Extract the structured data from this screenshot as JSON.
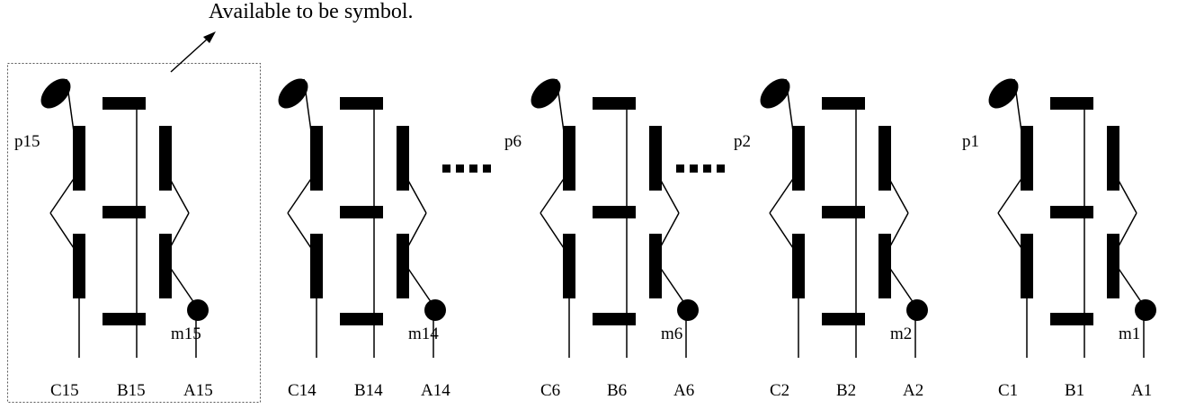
{
  "annotation": "Available to be symbol.",
  "ellipsis": "....",
  "units": [
    {
      "p": "p15",
      "m": "m15",
      "c": "C15",
      "b": "B15",
      "a": "A15",
      "boxed": true
    },
    {
      "p": "",
      "m": "m14",
      "c": "C14",
      "b": "B14",
      "a": "A14",
      "boxed": false
    },
    {
      "p": "p6",
      "m": "m6",
      "c": "C6",
      "b": "B6",
      "a": "A6",
      "boxed": false
    },
    {
      "p": "p2",
      "m": "m2",
      "c": "C2",
      "b": "B2",
      "a": "A2",
      "boxed": false
    },
    {
      "p": "p1",
      "m": "m1",
      "c": "C1",
      "b": "B1",
      "a": "A1",
      "boxed": false
    }
  ]
}
